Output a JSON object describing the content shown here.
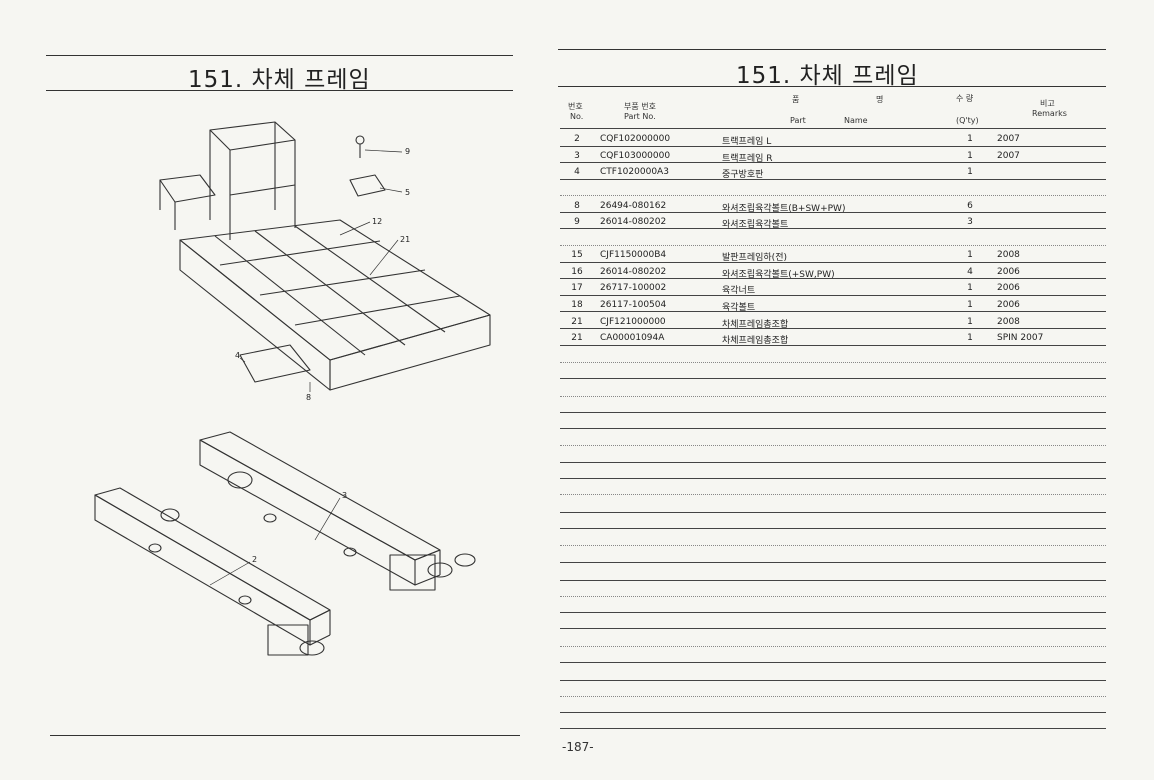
{
  "left": {
    "title": "151. 차체 프레임",
    "callouts": [
      "9",
      "5",
      "12",
      "21",
      "4",
      "8",
      "3",
      "2"
    ]
  },
  "right": {
    "title": "151. 차체 프레임",
    "header": {
      "no_ko": "번호",
      "no_en": "No.",
      "part_ko": "부품 번호",
      "part_en": "Part   No.",
      "name_ko1": "품",
      "name_ko2": "명",
      "name_en1": "Part",
      "name_en2": "Name",
      "qty_ko": "수  량",
      "qty_en": "(Q'ty)",
      "rem_ko": "비고",
      "rem_en": "Remarks"
    },
    "rows": [
      {
        "no": "2",
        "part": "CQF102000000",
        "name": "트랙프레임 L",
        "qty": "1",
        "remarks": "2007"
      },
      {
        "no": "3",
        "part": "CQF103000000",
        "name": "트랙프레임 R",
        "qty": "1",
        "remarks": "2007"
      },
      {
        "no": "4",
        "part": "CTF1020000A3",
        "name": "중구방호판",
        "qty": "1",
        "remarks": ""
      },
      {
        "no": "",
        "part": "",
        "name": "",
        "qty": "",
        "remarks": ""
      },
      {
        "no": "8",
        "part": "26494-080162",
        "name": "와셔조립육각볼트(B+SW+PW)",
        "qty": "6",
        "remarks": ""
      },
      {
        "no": "9",
        "part": "26014-080202",
        "name": "와셔조립육각볼트",
        "qty": "3",
        "remarks": ""
      },
      {
        "no": "",
        "part": "",
        "name": "",
        "qty": "",
        "remarks": ""
      },
      {
        "no": "15",
        "part": "CJF1150000B4",
        "name": "발판프레임하(전)",
        "qty": "1",
        "remarks": "2008"
      },
      {
        "no": "16",
        "part": "26014-080202",
        "name": "와셔조립육각볼트(+SW,PW)",
        "qty": "4",
        "remarks": "2006"
      },
      {
        "no": "17",
        "part": "26717-100002",
        "name": "육각너트",
        "qty": "1",
        "remarks": "2006"
      },
      {
        "no": "18",
        "part": "26117-100504",
        "name": "육각볼트",
        "qty": "1",
        "remarks": "2006"
      },
      {
        "no": "21",
        "part": "CJF121000000",
        "name": "차체프레임총조합",
        "qty": "1",
        "remarks": "2008"
      },
      {
        "no": "21",
        "part": "CA00001094A",
        "name": "차체프레임총조합",
        "qty": "1",
        "remarks": "SPIN 2007"
      }
    ],
    "page_number": "-187-"
  }
}
